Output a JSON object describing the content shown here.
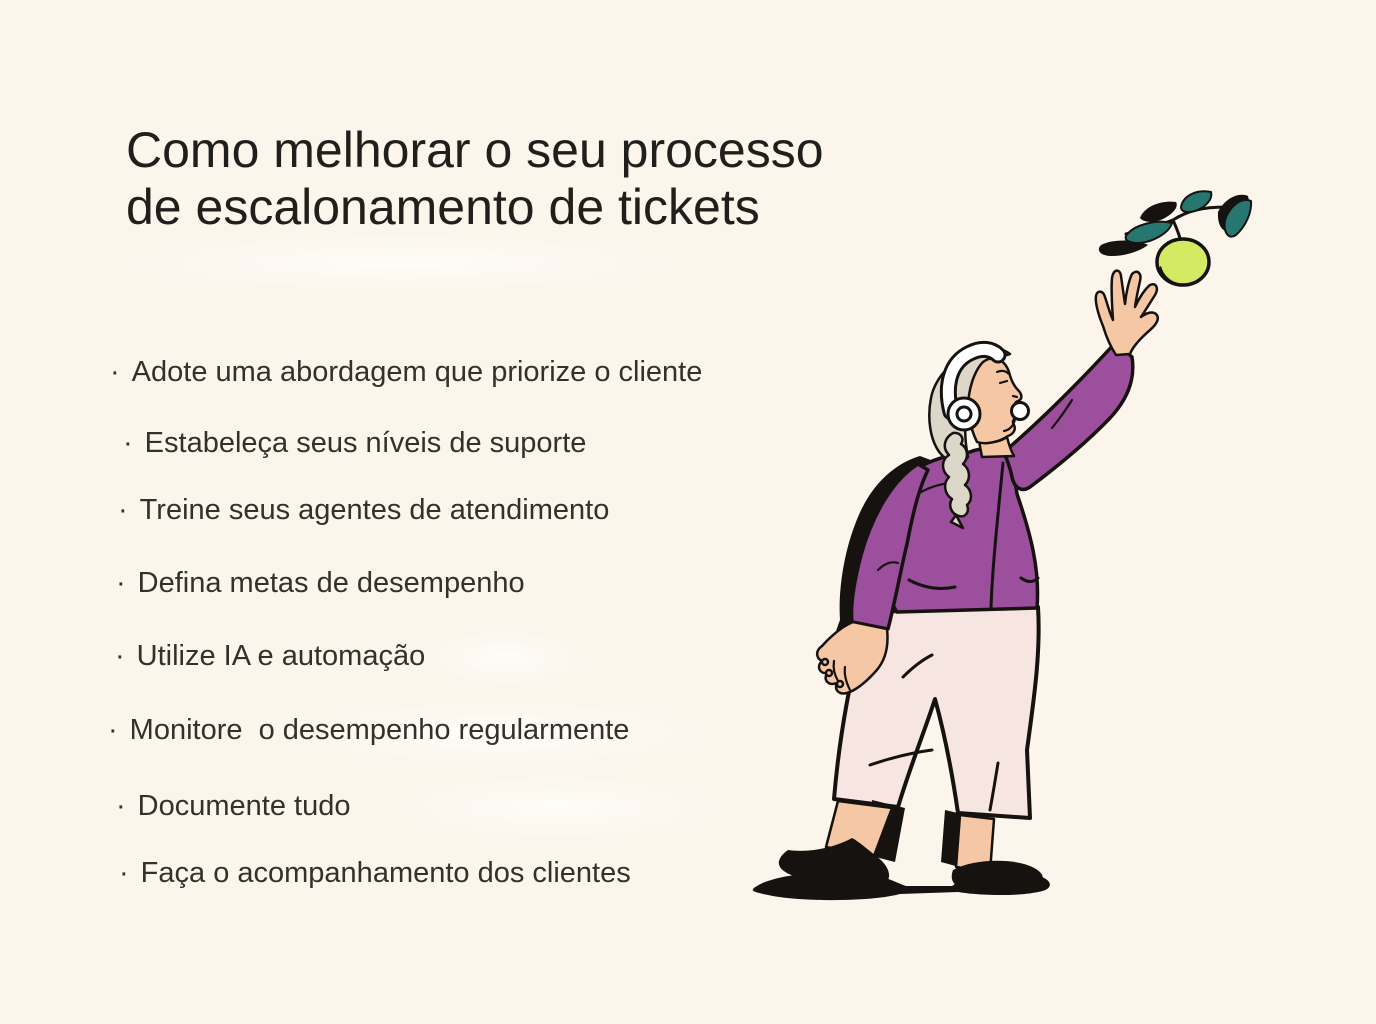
{
  "title": {
    "line1": "Como melhorar o seu processo",
    "line2": "de escalonamento de tickets"
  },
  "list": {
    "bullet_glyph": "·",
    "items": [
      "Adote uma abordagem que priorize o cliente",
      "Estabeleça seus níveis de suporte",
      "Treine seus agentes de atendimento",
      "Defina metas de desempenho",
      "Utilize IA e automação",
      "Monitore  o desempenho regularmente",
      "Documente tudo",
      "Faça o acompanhamento dos clientes"
    ]
  },
  "illustration": {
    "name": "woman-with-headset-reaching-for-apple-branch",
    "elements": [
      "green-apple",
      "leafy-branch",
      "raised-hand",
      "headset-with-mic",
      "gray-braid",
      "purple-jacket",
      "pink-pants",
      "ground-shadow"
    ]
  },
  "colors": {
    "bg": "#fbf5ec",
    "ink": "#161210",
    "text": "#34312b",
    "title": "#211f1c",
    "purple": "#9b4f9c",
    "pants": "#f7e5e1",
    "skin": "#f6c7a4",
    "hair": "#dcd7c9",
    "apple": "#d4ea62",
    "leaf": "#26776f",
    "white": "#ffffff"
  }
}
